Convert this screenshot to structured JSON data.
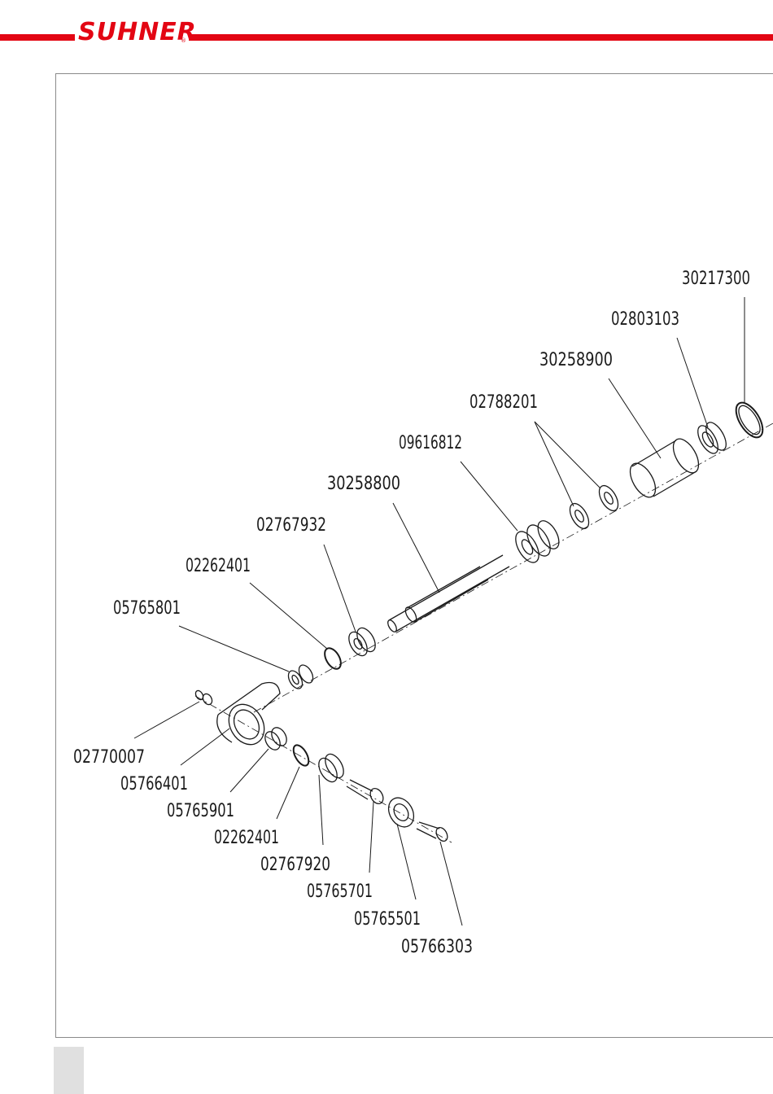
{
  "header": {
    "brand": "SUHNER",
    "registered_mark": "®",
    "accent_color": "#e30613"
  },
  "parts": [
    {
      "number": "30217300"
    },
    {
      "number": "02803103"
    },
    {
      "number": "30258900"
    },
    {
      "number": "02788201"
    },
    {
      "number": "09616812"
    },
    {
      "number": "30258800"
    },
    {
      "number": "02767932"
    },
    {
      "number": "02262401"
    },
    {
      "number": "05765801"
    },
    {
      "number": "02770007"
    },
    {
      "number": "05766401"
    },
    {
      "number": "05765901"
    },
    {
      "number": "02262401"
    },
    {
      "number": "02767920"
    },
    {
      "number": "05765701"
    },
    {
      "number": "05765501"
    },
    {
      "number": "05766303"
    }
  ]
}
